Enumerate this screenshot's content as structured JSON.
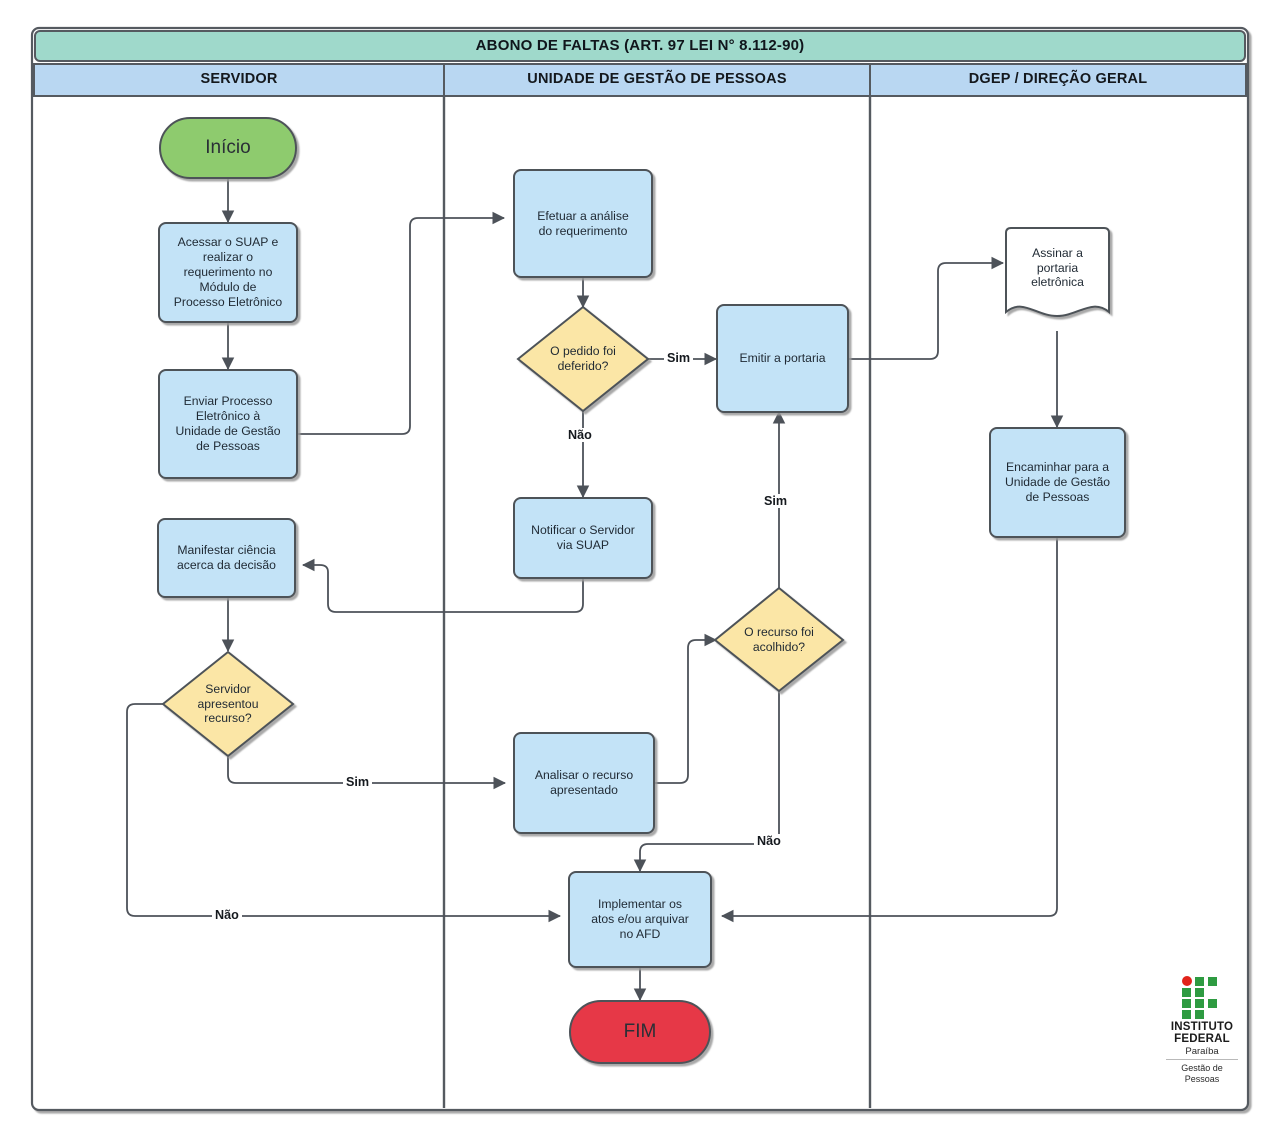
{
  "diagram": {
    "title": "ABONO DE FALTAS (ART. 97 LEI N° 8.112-90)",
    "lanes": [
      {
        "id": "servidor",
        "label": "SERVIDOR"
      },
      {
        "id": "ugp",
        "label": "UNIDADE DE GESTÃO DE PESSOAS"
      },
      {
        "id": "dgep",
        "label": "DGEP / DIREÇÃO GERAL"
      }
    ],
    "colors": {
      "title_fill": "#9fd9cb",
      "lane_fill": "#b9d7f2",
      "process_fill": "#c3e3f7",
      "decision_fill": "#fbe6a6",
      "start_fill": "#8ecb6e",
      "end_fill": "#e63946",
      "stroke": "#4d5259",
      "frame": "#555a60"
    },
    "nodes": [
      {
        "id": "inicio",
        "type": "terminator",
        "lane": "servidor",
        "label": "Início"
      },
      {
        "id": "acessar",
        "type": "process",
        "lane": "servidor",
        "label": "Acessar o SUAP e\nrealizar o\nrequerimento no\nMódulo de\nProcesso Eletrônico"
      },
      {
        "id": "enviar",
        "type": "process",
        "lane": "servidor",
        "label": "Enviar Processo\nEletrônico à\nUnidade de Gestão\nde Pessoas"
      },
      {
        "id": "manifestar",
        "type": "process",
        "lane": "servidor",
        "label": "Manifestar ciência\nacerca da decisão"
      },
      {
        "id": "recurso_dec",
        "type": "decision",
        "lane": "servidor",
        "label": "Servidor\napresentou\nrecurso?"
      },
      {
        "id": "analise",
        "type": "process",
        "lane": "ugp",
        "label": "Efetuar a análise\ndo requerimento"
      },
      {
        "id": "deferido",
        "type": "decision",
        "lane": "ugp",
        "label": "O pedido foi\ndeferido?"
      },
      {
        "id": "notificar",
        "type": "process",
        "lane": "ugp",
        "label": "Notificar o Servidor\nvia SUAP"
      },
      {
        "id": "analisar_rec",
        "type": "process",
        "lane": "ugp",
        "label": "Analisar o recurso\napresentado"
      },
      {
        "id": "emitir",
        "type": "process",
        "lane": "ugp",
        "label": "Emitir a portaria"
      },
      {
        "id": "acolhido",
        "type": "decision",
        "lane": "ugp",
        "label": "O recurso foi\nacolhido?"
      },
      {
        "id": "implementar",
        "type": "process",
        "lane": "ugp",
        "label": "Implementar os\natos e/ou arquivar\nno AFD"
      },
      {
        "id": "fim",
        "type": "terminator",
        "lane": "ugp",
        "label": "FIM"
      },
      {
        "id": "assinar",
        "type": "document",
        "lane": "dgep",
        "label": "Assinar a\nportaria\neletrônica"
      },
      {
        "id": "encaminhar",
        "type": "process",
        "lane": "dgep",
        "label": "Encaminhar para a\nUnidade de Gestão\nde Pessoas"
      }
    ],
    "edge_labels": [
      {
        "id": "deferido-sim",
        "text": "Sim"
      },
      {
        "id": "deferido-nao",
        "text": "Não"
      },
      {
        "id": "recurso-sim",
        "text": "Sim"
      },
      {
        "id": "recurso-nao",
        "text": "Não"
      },
      {
        "id": "acolhido-sim",
        "text": "Sim"
      },
      {
        "id": "acolhido-nao",
        "text": "Não"
      }
    ]
  },
  "logo": {
    "line1": "INSTITUTO",
    "line2": "FEDERAL",
    "state": "Paraíba",
    "unit": "Gestão de\nPessoas"
  }
}
